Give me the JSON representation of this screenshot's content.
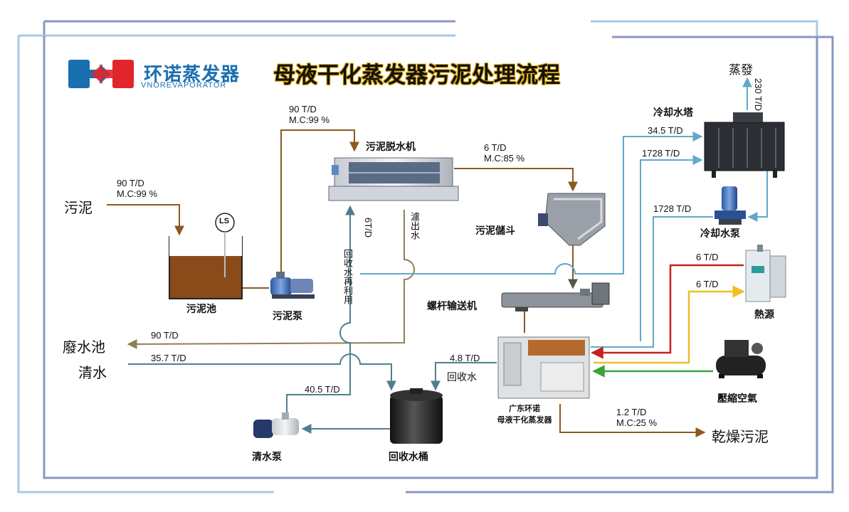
{
  "header": {
    "logo_name": "环诺蒸发器",
    "logo_sub": "VNOREVAPORATOR",
    "title": "母液干化蒸发器污泥处理流程"
  },
  "equipment": {
    "sludge_tank": "污泥池",
    "level_switch": "LS",
    "sludge_pump": "污泥泵",
    "dewatering_machine": "污泥脱水机",
    "sludge_hopper": "污泥儲斗",
    "screw_conveyor": "螺杆输送机",
    "evaporator": "广东环诺\n母液干化蒸发器",
    "cooling_tower": "冷却水塔",
    "cooling_pump": "冷却水泵",
    "heat_source": "熱源",
    "air_compressor": "壓縮空氣",
    "recovery_tank": "回收水桶",
    "clean_pump": "清水泵"
  },
  "streams": {
    "sludge_in": "污泥",
    "waste_pool": "廢水池",
    "clean_water": "清水",
    "dry_sludge": "乾燥污泥",
    "evaporation": "蒸發",
    "filtrate": "濾出水",
    "recycled_water": "回收水再利用",
    "recovered_water": "回收水"
  },
  "flows": {
    "sludge_in_rate": "90 T/D",
    "sludge_in_mc": "M.C:99 %",
    "pump_out_rate": "90 T/D",
    "pump_out_mc": "M.C:99 %",
    "dewatered_rate": "6 T/D",
    "dewatered_mc": "M.C:85 %",
    "recycle_rate": "6T/D",
    "waste_rate": "90 T/D",
    "clean_rate": "35.7 T/D",
    "clean_pump_rate": "40.5 T/D",
    "recovered_rate": "4.8 T/D",
    "dry_rate": "1.2 T/D",
    "dry_mc": "M.C:25 %",
    "tower_in_rate": "34.5 T/D",
    "tower_loop_rate": "1728 T/D",
    "pump_loop_rate": "1728 T/D",
    "evap_rate": "230 T/D",
    "heat_supply": "6 T/D",
    "heat_return": "6 T/D"
  },
  "colors": {
    "sludge_line": "#8b5a1f",
    "water_line": "#4f7f8c",
    "cooling_line": "#5fa9c9",
    "heat_hot": "#c8201e",
    "heat_return": "#f0c020",
    "air_line": "#3aa33a",
    "waste_line": "#8f7f55",
    "frame": "#8a96c4",
    "brand_blue": "#1a6fb0",
    "brand_red": "#e0262b"
  }
}
